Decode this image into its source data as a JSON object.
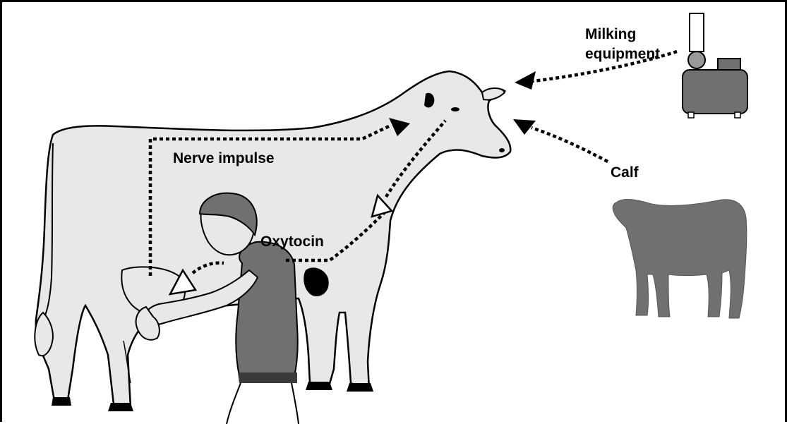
{
  "labels": {
    "milking_equipment_line1": "Milking",
    "milking_equipment_line2": "equipment",
    "nerve_impulse": "Nerve impulse",
    "calf": "Calf",
    "oxytocin": "Oxytocin"
  },
  "colors": {
    "cow_fill": "#e8e8e8",
    "figure_gray": "#707070",
    "outline": "#000000",
    "background": "#ffffff"
  }
}
